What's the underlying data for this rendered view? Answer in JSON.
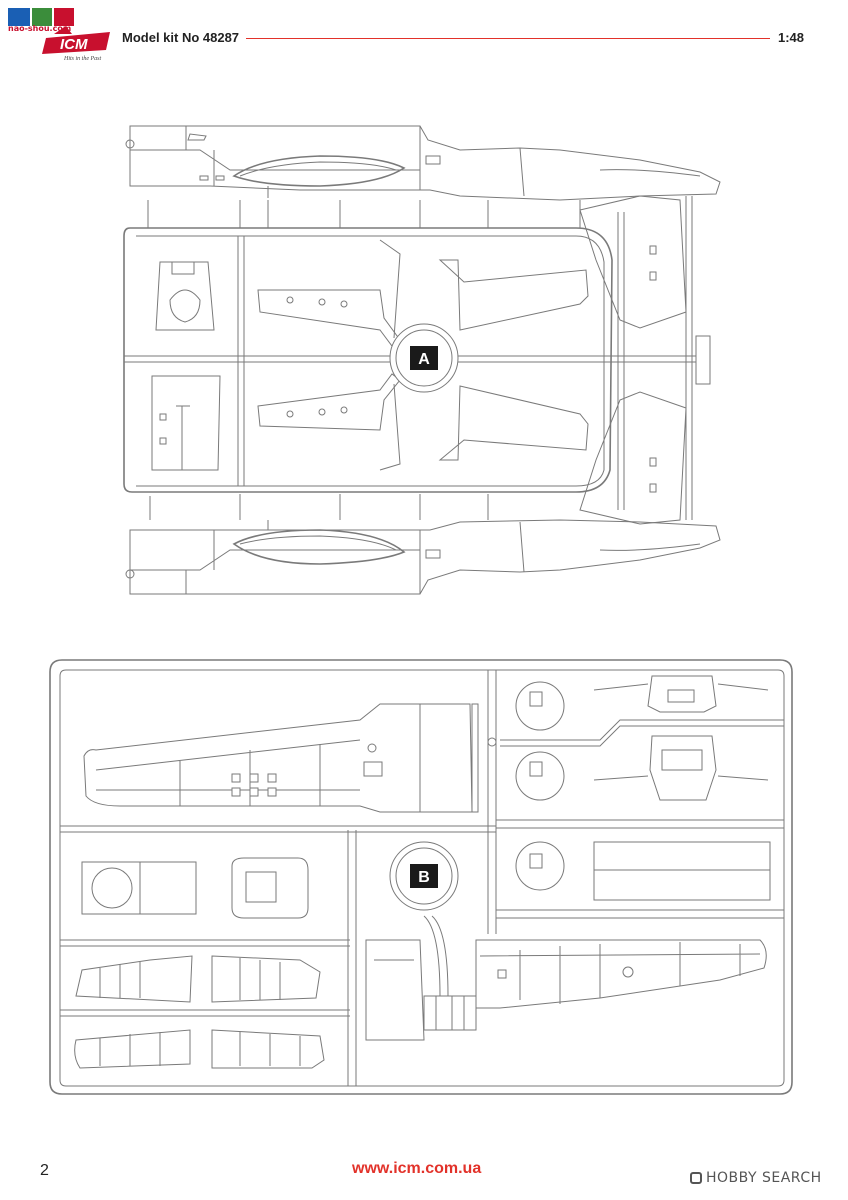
{
  "header": {
    "site_tag": "nao-shou.com",
    "brand": "ICM",
    "brand_tagline": "Hits in the Past",
    "kit_label": "Model kit No 48287",
    "scale": "1:48"
  },
  "sprues": [
    {
      "id": "A",
      "label": "A"
    },
    {
      "id": "B",
      "label": "B"
    }
  ],
  "footer": {
    "page_number": "2",
    "url": "www.icm.com.ua",
    "watermark": "HOBBY SEARCH"
  },
  "colors": {
    "accent": "#e2322a",
    "line": "#7a7a7a",
    "badge": "#1a1a1a"
  }
}
